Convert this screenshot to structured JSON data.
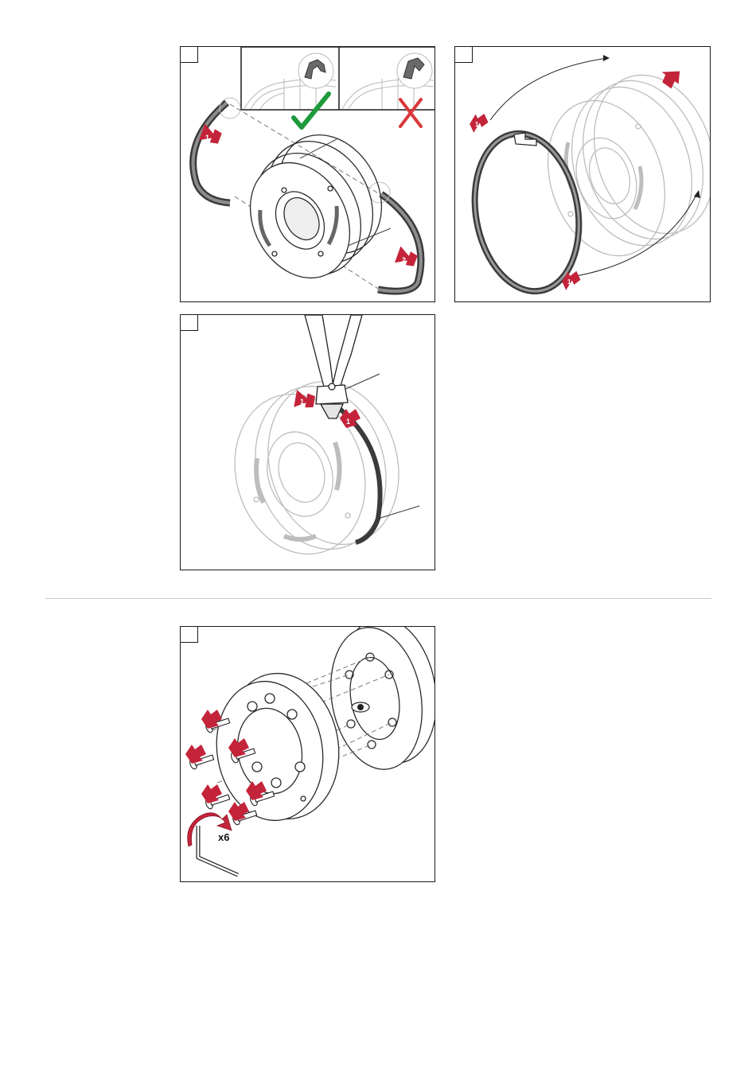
{
  "panels": {
    "ring_removal": {
      "step_label": ""
    },
    "ring_fit": {
      "step_label": ""
    },
    "pliers": {
      "step_label": ""
    },
    "screws": {
      "step_label": "",
      "quantity_label": "x6"
    }
  },
  "markers": {
    "one": "1",
    "two": "2"
  },
  "icons": {
    "check": "check-icon",
    "cross": "cross-icon",
    "eye": "eye-icon",
    "rotate_arrow": "rotate-arrow-icon",
    "hex_key": "hex-key-icon"
  },
  "colors": {
    "accent_red": "#c4243a",
    "check_green": "#1f9a3c",
    "cross_red": "#d9383a",
    "line_gray": "#b5b5b5",
    "frame": "#1a1a1a",
    "ring_dark": "#3b3b3b"
  }
}
